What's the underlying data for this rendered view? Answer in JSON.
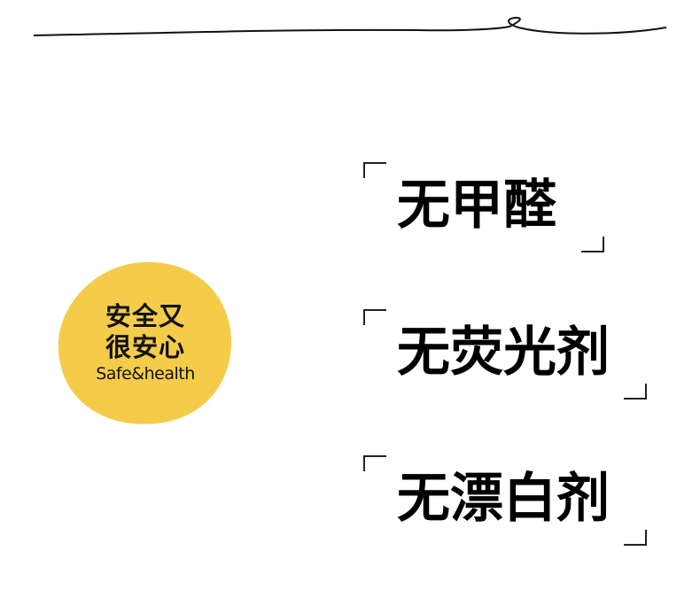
{
  "badge": {
    "line1": "安全又",
    "line2": "很安心",
    "english": "Safe&health",
    "color": "#F5CB4A"
  },
  "features": [
    {
      "label": "无甲醛"
    },
    {
      "label": "无荧光剂"
    },
    {
      "label": "无漂白剂"
    }
  ]
}
